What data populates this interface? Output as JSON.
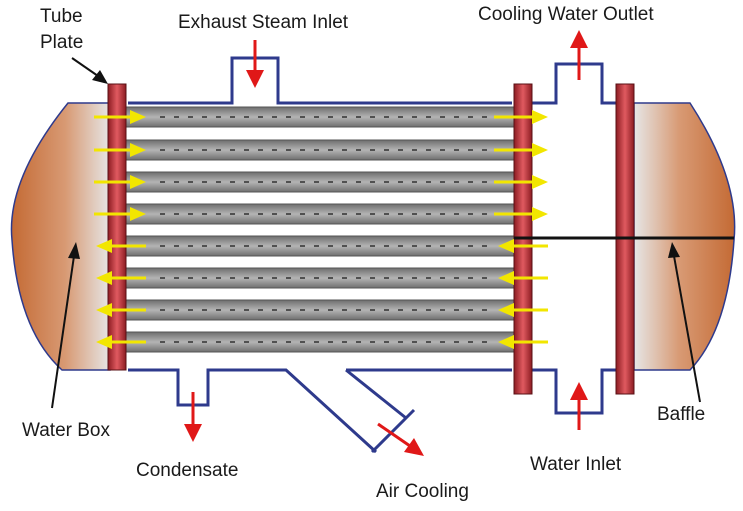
{
  "labels": {
    "tube_plate_line1": "Tube",
    "tube_plate_line2": "Plate",
    "exhaust_steam_inlet": "Exhaust Steam Inlet",
    "cooling_water_outlet": "Cooling Water Outlet",
    "water_box": "Water Box",
    "condensate": "Condensate",
    "air_cooling": "Air Cooling",
    "water_inlet": "Water Inlet",
    "baffle": "Baffle"
  },
  "tubes": {
    "count": 8,
    "upper_pass_count": 4,
    "lower_pass_count": 4,
    "upper_flow": "right",
    "lower_flow": "left"
  },
  "colors": {
    "shell_outline": "#2e3a8c",
    "tube_plate": "#c0303a",
    "water_box_fill": "#c8703a",
    "tube_fill": "#9a9a9a",
    "flow_arrow": "#f2e600",
    "inlet_outlet_arrow": "#e01818",
    "pointer": "#111111"
  }
}
